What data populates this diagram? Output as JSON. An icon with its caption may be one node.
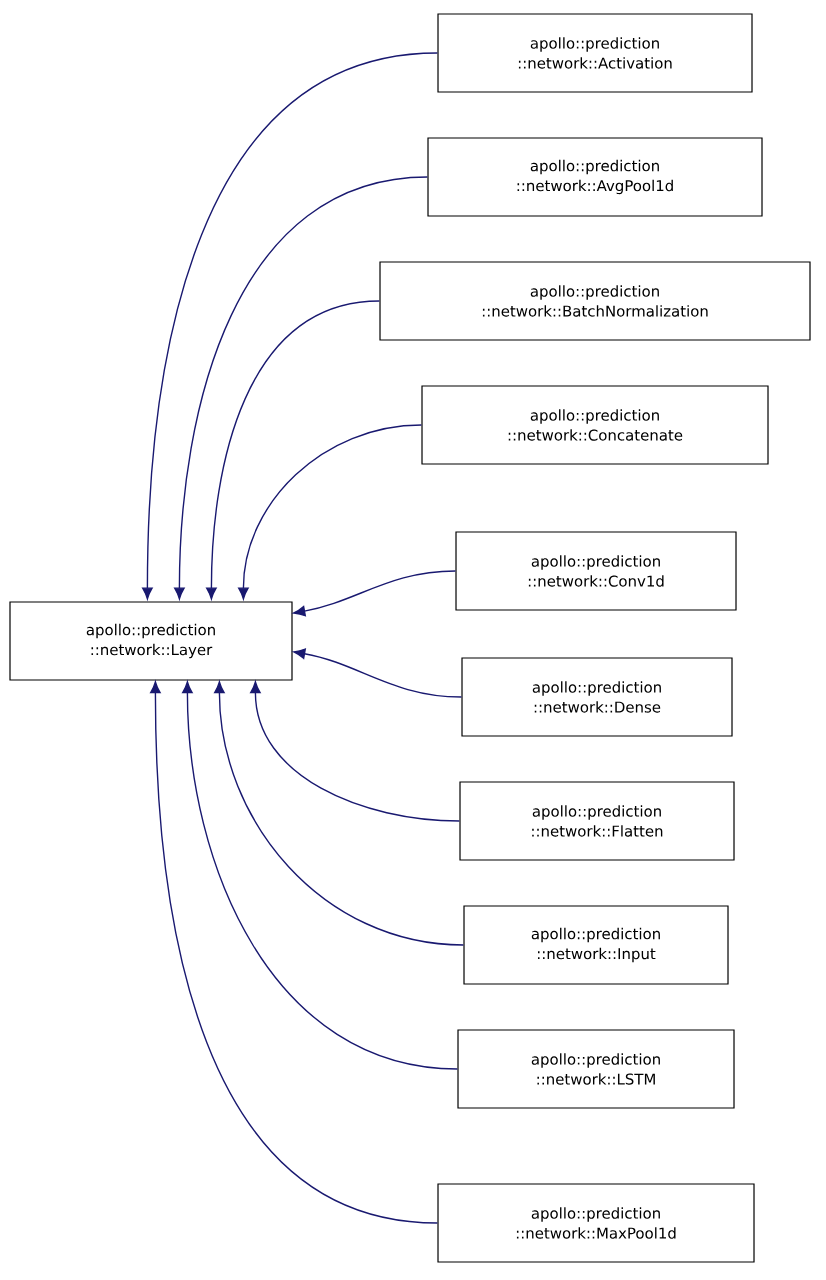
{
  "diagram": {
    "nodes": [
      {
        "text": [
          "apollo::prediction ::network::Layer"
        ]
      },
      {
        "text": [
          "apollo::prediction ::network::Activation"
        ]
      },
      {
        "text": [
          "apollo::prediction ::network::AvgPool1d"
        ]
      },
      {
        "text": [
          "apollo::prediction ::network::BatchNormalization"
        ]
      },
      {
        "text": [
          "apollo::prediction ::network::Concatenate"
        ]
      },
      {
        "text": [
          "apollo::prediction ::network::Conv1d"
        ]
      },
      {
        "text": [
          "apollo::prediction ::network::Dense"
        ]
      },
      {
        "text": [
          "apollo::prediction ::network::Flatten"
        ]
      },
      {
        "text": [
          "apollo::prediction ::network::Input"
        ]
      },
      {
        "text": [
          "apollo::prediction ::network::LSTM"
        ]
      },
      {
        "text": [
          "apollo::prediction ::network::MaxPool1d"
        ]
      }
    ],
    "edges": [
      {
        "from": 1,
        "to": 0,
        "arrow": "to"
      },
      {
        "from": 2,
        "to": 0,
        "arrow": "to"
      },
      {
        "from": 3,
        "to": 0,
        "arrow": "to"
      },
      {
        "from": 4,
        "to": 0,
        "arrow": "to"
      },
      {
        "from": 5,
        "to": 0,
        "arrow": "to"
      },
      {
        "from": 6,
        "to": 0,
        "arrow": "to"
      },
      {
        "from": 7,
        "to": 0,
        "arrow": "to"
      },
      {
        "from": 8,
        "to": 0,
        "arrow": "to"
      },
      {
        "from": 9,
        "to": 0,
        "arrow": "to"
      },
      {
        "from": 10,
        "to": 0,
        "arrow": "to"
      }
    ]
  }
}
